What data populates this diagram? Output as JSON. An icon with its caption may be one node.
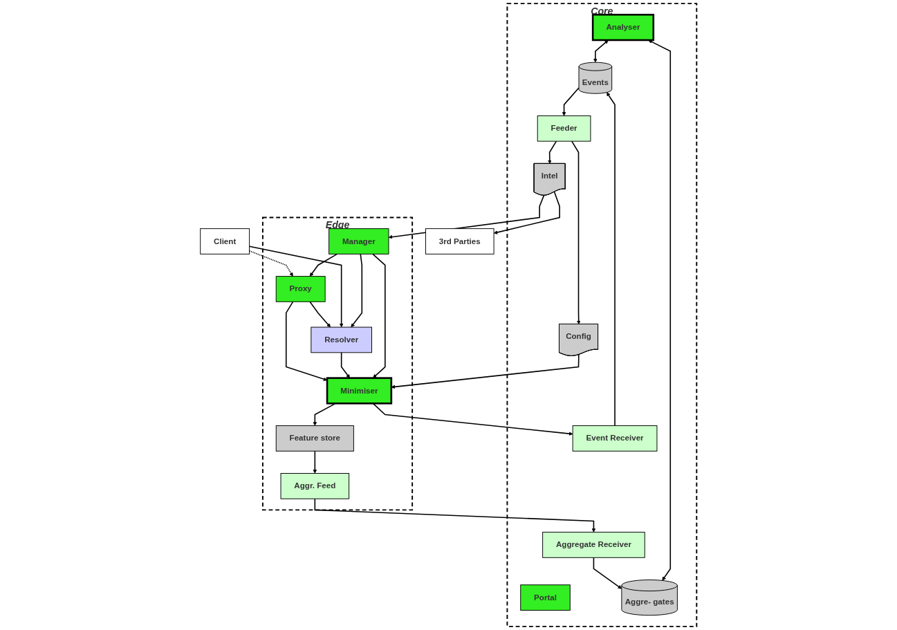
{
  "diagram": {
    "nodes": [
      {
        "text": [
          "Core"
        ]
      },
      {
        "text": [
          "Portal"
        ],
        "in": 0
      },
      {
        "text": [
          "Analyser"
        ],
        "in": 0
      },
      {
        "text": [
          "Feeder"
        ],
        "in": 0
      },
      {
        "text": [
          "Events"
        ],
        "in": 0
      },
      {
        "text": [
          "Aggre- gates"
        ],
        "in": 0
      },
      {
        "text": [
          "Intel"
        ],
        "in": 0
      },
      {
        "text": [
          "Config"
        ],
        "in": 0
      },
      {
        "text": [
          "Event Receiver"
        ],
        "in": 0
      },
      {
        "text": [
          "Aggregate Receiver"
        ],
        "in": 0
      },
      {
        "text": [
          "3rd Parties"
        ]
      },
      {
        "text": [
          "Edge"
        ]
      },
      {
        "text": [
          "Manager"
        ],
        "in": 11
      },
      {
        "text": [
          "Client"
        ]
      },
      {
        "text": [
          "Resolver"
        ],
        "in": 11
      },
      {
        "text": [
          "Minimiser"
        ],
        "in": 11
      },
      {
        "text": [
          "Proxy"
        ],
        "in": 11
      },
      {
        "text": [
          "Feature store"
        ],
        "in": 11
      },
      {
        "text": [
          "Aggr. Feed"
        ],
        "in": 11
      }
    ],
    "edges": [
      {
        "from": 2,
        "to": 4,
        "arrow": "both"
      },
      {
        "from": 2,
        "to": 5,
        "arrow": "both"
      },
      {
        "from": 4,
        "to": 3,
        "arrow": "to"
      },
      {
        "from": 3,
        "to": 6,
        "arrow": "to"
      },
      {
        "from": 3,
        "to": 7,
        "arrow": "to"
      },
      {
        "from": 8,
        "to": 4,
        "arrow": "to"
      },
      {
        "from": 9,
        "to": 5,
        "arrow": "to"
      },
      {
        "from": 6,
        "to": 10,
        "arrow": "to"
      },
      {
        "from": 6,
        "to": 12,
        "arrow": "to"
      },
      {
        "from": 7,
        "to": 15,
        "arrow": "to"
      },
      {
        "from": 12,
        "to": 14,
        "arrow": "to"
      },
      {
        "from": 12,
        "to": 15,
        "arrow": "to"
      },
      {
        "from": 12,
        "to": 16,
        "arrow": "to"
      },
      {
        "from": 13,
        "to": 14,
        "arrow": "to"
      },
      {
        "from": 13,
        "to": 16,
        "arrow": "to",
        "style": "dashed"
      },
      {
        "from": 14,
        "to": 15,
        "arrow": "to"
      },
      {
        "from": 16,
        "to": 14,
        "arrow": "to"
      },
      {
        "from": 16,
        "to": 15,
        "arrow": "to"
      },
      {
        "from": 15,
        "to": 8,
        "arrow": "to"
      },
      {
        "from": 15,
        "to": 17,
        "arrow": "to"
      },
      {
        "from": 17,
        "to": 18,
        "arrow": "to"
      },
      {
        "from": 18,
        "to": 9,
        "arrow": "to"
      }
    ]
  }
}
